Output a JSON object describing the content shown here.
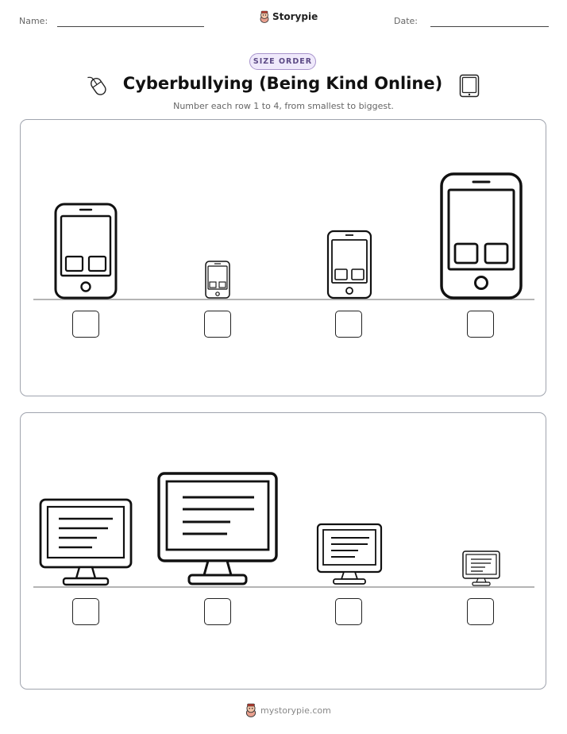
{
  "header": {
    "name_label": "Name:",
    "date_label": "Date:",
    "brand": "Storypie"
  },
  "badge": "SIZE ORDER",
  "title": "Cyberbullying (Being Kind Online)",
  "title_icons": [
    "computer-mouse-icon",
    "tablet-icon"
  ],
  "subtitle": "Number each row 1 to 4, from smallest to biggest.",
  "rows": [
    {
      "items": [
        {
          "icon": "smartphone-icon",
          "size_rank": 3
        },
        {
          "icon": "smartphone-icon",
          "size_rank": 1
        },
        {
          "icon": "smartphone-icon",
          "size_rank": 2
        },
        {
          "icon": "smartphone-icon",
          "size_rank": 4
        }
      ]
    },
    {
      "items": [
        {
          "icon": "computer-monitor-icon",
          "size_rank": 3
        },
        {
          "icon": "computer-monitor-icon",
          "size_rank": 4
        },
        {
          "icon": "computer-monitor-icon",
          "size_rank": 2
        },
        {
          "icon": "computer-monitor-icon",
          "size_rank": 1
        }
      ]
    }
  ],
  "footer": {
    "site": "mystorypie.com"
  }
}
